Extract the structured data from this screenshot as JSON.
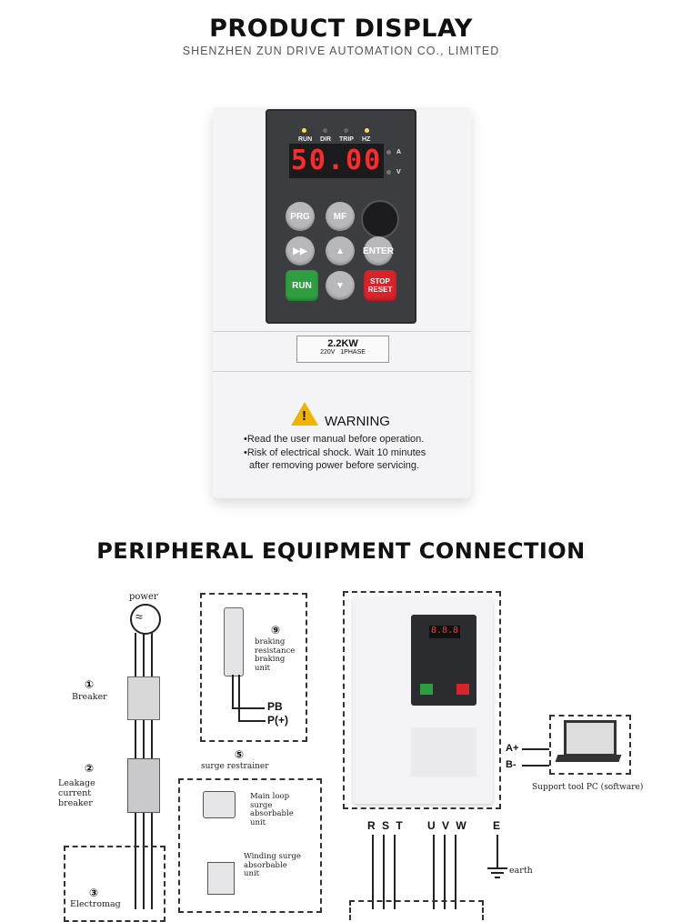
{
  "header": {
    "title": "PRODUCT DISPLAY",
    "subtitle": "SHENZHEN ZUN DRIVE AUTOMATION CO., LIMITED"
  },
  "device": {
    "indicators": [
      "RUN",
      "DIR",
      "TRIP",
      "HZ"
    ],
    "display_value": "50.00",
    "units": [
      "A",
      "V"
    ],
    "keys": {
      "prg": "PRG",
      "mf": "MF",
      "shift": "▶▶",
      "up": "▲",
      "enter": "ENTER",
      "run": "RUN",
      "down": "▼",
      "stop_line1": "STOP",
      "stop_line2": "RESET"
    },
    "rating_power": "2.2KW",
    "rating_spec": "220V   1PHASE",
    "warning_title": "WARNING",
    "warning_lines": [
      "•Read  the user manual before operation.",
      "•Risk of electrical shock. Wait 10 minutes",
      "after removing power before servicing."
    ]
  },
  "section2": {
    "title": "PERIPHERAL EQUIPMENT CONNECTION"
  },
  "diagram": {
    "power_label": "power",
    "items": {
      "breaker_num": "①",
      "breaker_label": "Breaker",
      "leakage_num": "②",
      "leakage_label_1": "Leakage",
      "leakage_label_2": "current",
      "leakage_label_3": "breaker",
      "contactor_num": "③",
      "contactor_label": "Electromag",
      "surge_num": "⑤",
      "surge_label": "surge restrainer",
      "main_loop_1": "Main loop",
      "main_loop_2": "surge",
      "main_loop_3": "absorbable",
      "main_loop_4": "unit",
      "winding_1": "Winding surge",
      "winding_2": "absorbable",
      "winding_3": "unit",
      "braking_num": "⑨",
      "braking_1": "braking",
      "braking_2": "resistance",
      "braking_3": "braking",
      "braking_4": "unit",
      "pb": "PB",
      "pplus": "P(+)",
      "a_plus": "A+",
      "b_minus": "B-",
      "support_pc": "Support tool PC (software)",
      "rst": "R S T",
      "uvw": "U V W",
      "e": "E",
      "earth": "earth"
    }
  }
}
